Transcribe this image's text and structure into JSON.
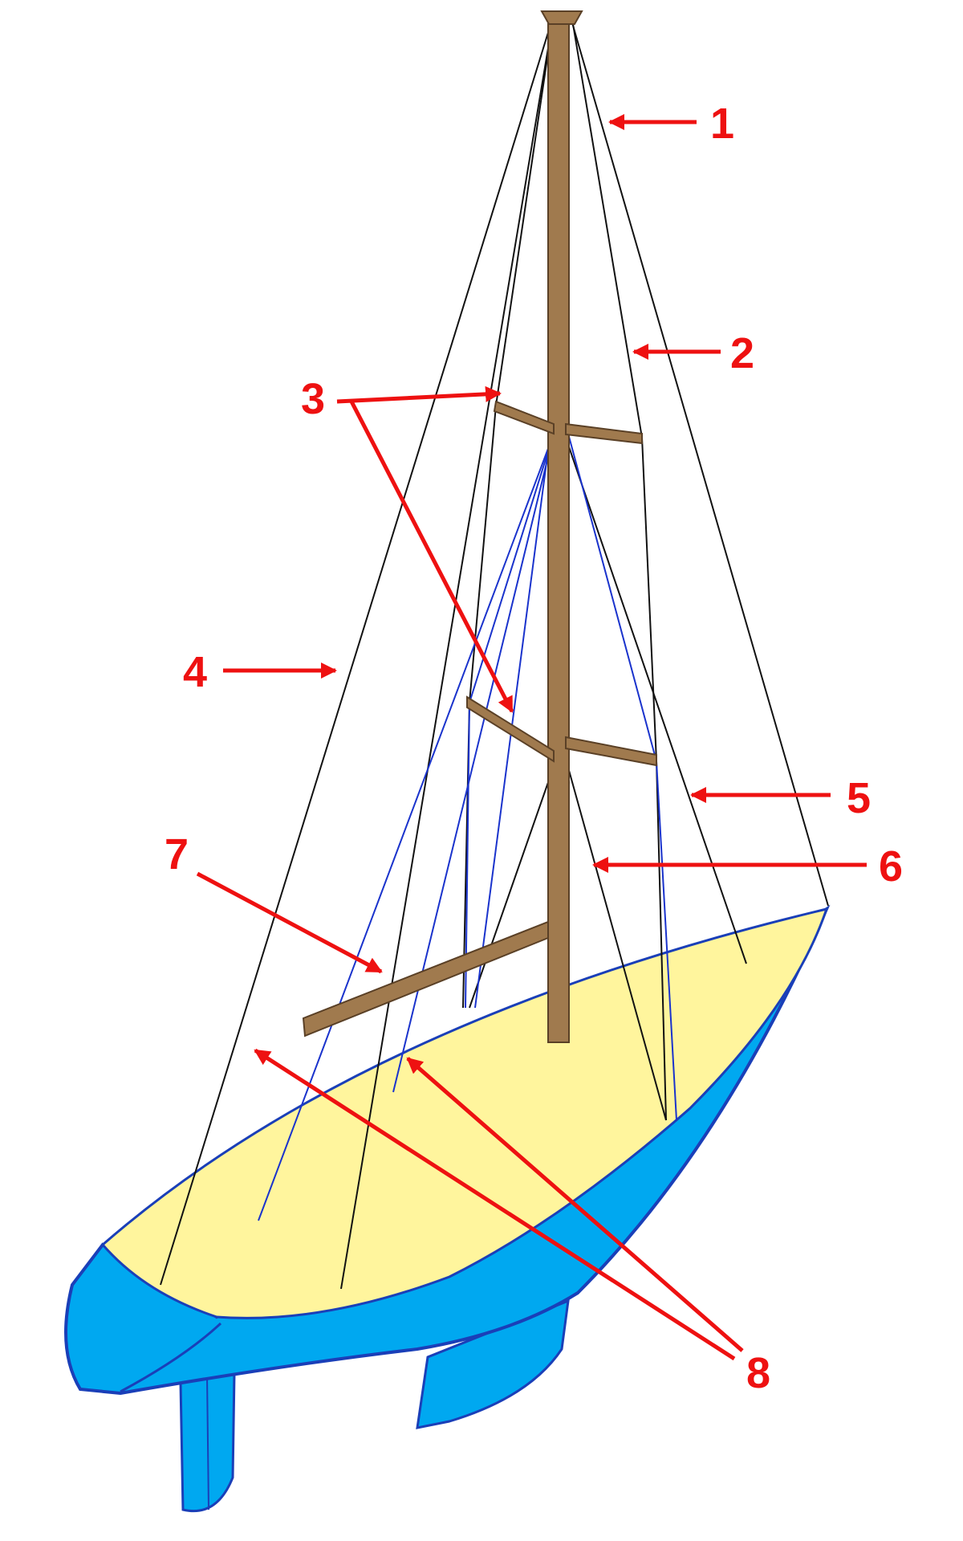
{
  "callouts": {
    "c1": "1",
    "c2": "2",
    "c3": "3",
    "c4": "4",
    "c5": "5",
    "c6": "6",
    "c7": "7",
    "c8": "8"
  },
  "colors": {
    "deck": "#fff59d",
    "hull": "#00a8f0",
    "hull_outline": "#1a3fb8",
    "spar": "#a07a4e",
    "spar_outline": "#5a4026",
    "rigging": "#111111",
    "inner_rigging": "#1a33cc",
    "callout": "#ee1111"
  }
}
